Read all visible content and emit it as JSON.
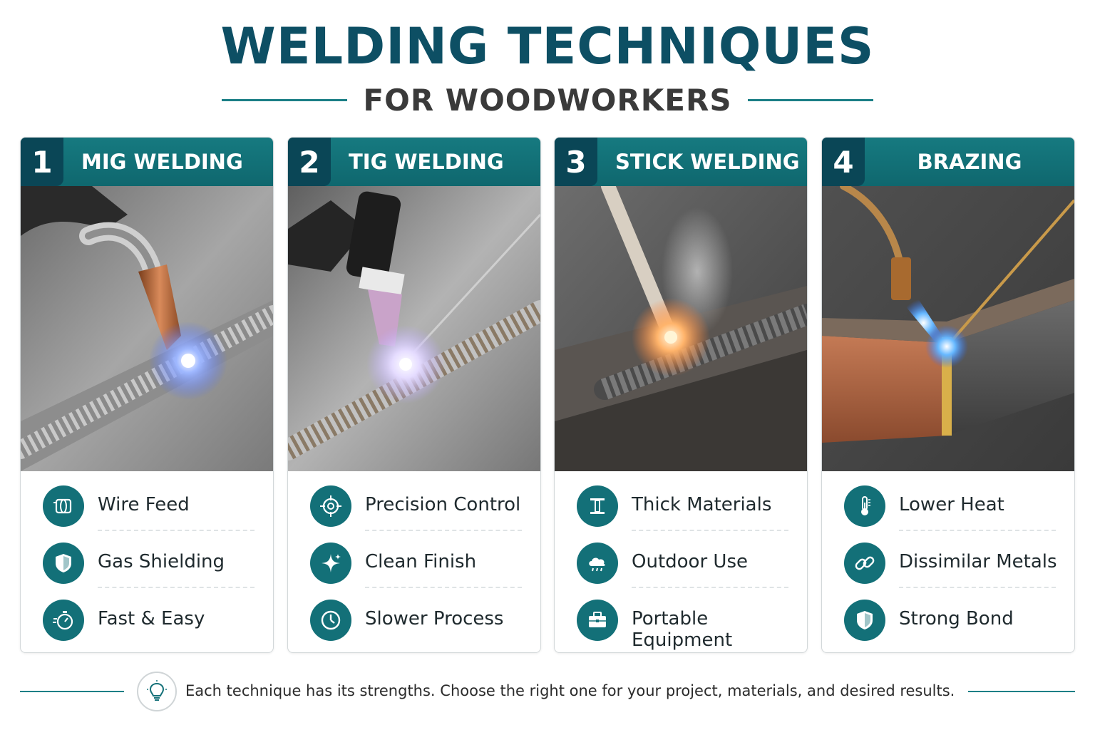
{
  "header": {
    "title": "WELDING TECHNIQUES",
    "subtitle": "FOR WOODWORKERS"
  },
  "colors": {
    "primary": "#0d4f64",
    "header_band": "#167a80",
    "number_block": "#0a4656",
    "icon_circle": "#137078"
  },
  "techniques": [
    {
      "number": "1",
      "title": "MIG WELDING",
      "features": [
        {
          "icon": "wire-spool-icon",
          "label": "Wire Feed"
        },
        {
          "icon": "shield-icon",
          "label": "Gas Shielding"
        },
        {
          "icon": "stopwatch-icon",
          "label": "Fast & Easy"
        }
      ]
    },
    {
      "number": "2",
      "title": "TIG WELDING",
      "features": [
        {
          "icon": "crosshair-icon",
          "label": "Precision Control"
        },
        {
          "icon": "sparkle-icon",
          "label": "Clean Finish"
        },
        {
          "icon": "clock-icon",
          "label": "Slower Process"
        }
      ]
    },
    {
      "number": "3",
      "title": "STICK WELDING",
      "features": [
        {
          "icon": "i-beam-icon",
          "label": "Thick Materials"
        },
        {
          "icon": "rain-cloud-icon",
          "label": "Outdoor Use"
        },
        {
          "icon": "toolbox-icon",
          "label": "Portable Equipment"
        }
      ]
    },
    {
      "number": "4",
      "title": "BRAZING",
      "features": [
        {
          "icon": "thermometer-icon",
          "label": "Lower Heat"
        },
        {
          "icon": "chain-link-icon",
          "label": "Dissimilar Metals"
        },
        {
          "icon": "shield-icon",
          "label": "Strong Bond"
        }
      ]
    }
  ],
  "footer": {
    "icon": "lightbulb-icon",
    "text": "Each technique has its strengths. Choose the right one for your project, materials, and desired results."
  }
}
